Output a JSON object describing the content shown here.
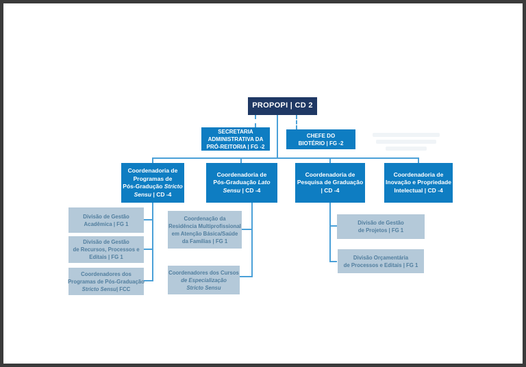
{
  "colors": {
    "navy": "#1F3864",
    "bright_blue": "#0E7DC2",
    "gray_box_fill": "#B4C9D9",
    "gray_box_text": "#517E9E",
    "connector_line": "#4AA0D8",
    "frame_border": "#3b3b3b"
  },
  "org": {
    "root": {
      "label": "PROPOPI | CD 2"
    },
    "level2": {
      "secretaria": {
        "l1": "SECRETARIA",
        "l2": "ADMINISTRATIVA DA",
        "l3": "PRÓ-REITORIA | FG -2"
      },
      "chefe": {
        "l1": "CHEFE DO",
        "l2": "BIOTÉRIO | FG -2"
      }
    },
    "level3": {
      "programas": {
        "l1": "Coordenadoria de",
        "l2": "Programas de",
        "l3a": "Pós-Gradução ",
        "l3b": "Stricto",
        "l4a": "Sensu",
        "l4b": " | CD -4"
      },
      "lato": {
        "l1": "Coordenadoria de",
        "l2a": "Pós-Graduação ",
        "l2b": "Lato",
        "l3a": "Sensu",
        "l3b": " | CD -4"
      },
      "pesquisa": {
        "l1": "Coordenadoria de",
        "l2": "Pesquisa de Graduação",
        "l3": "| CD -4"
      },
      "inovacao": {
        "l1": "Coordenadoria de",
        "l2": "Inovação e Propriedade",
        "l3": "Intelectual | CD -4"
      }
    },
    "level4": {
      "academica": {
        "l1": "Divisão de Gestão",
        "l2": "Acadêmica | FG 1"
      },
      "recursos": {
        "l1": "Divisão de Gestão",
        "l2": "de Recursos, Processos e",
        "l3": "Editais | FG 1"
      },
      "coord_programas": {
        "l1": "Coordenadores dos",
        "l2": "Programas de Pós-Graduação",
        "l3a": "Stricto Sensu",
        "l3b": "| FCC"
      },
      "residencia": {
        "l1": "Coordenação da",
        "l2": "Residência Multiprofissional",
        "l3": "em Atenção Básica/Saúde",
        "l4": "da Famílias | FG 1"
      },
      "cursos": {
        "l1": "Coordenadores dos Cursos",
        "l2": "de Especialização",
        "l3": "Stricto Sensu"
      },
      "projetos": {
        "l1": "Divisão de Gestão",
        "l2": "de Projetos | FG 1"
      },
      "orcamentaria": {
        "l1": "Divisão Orçamentária",
        "l2": "de Processos e Editais | FG 1"
      }
    }
  }
}
